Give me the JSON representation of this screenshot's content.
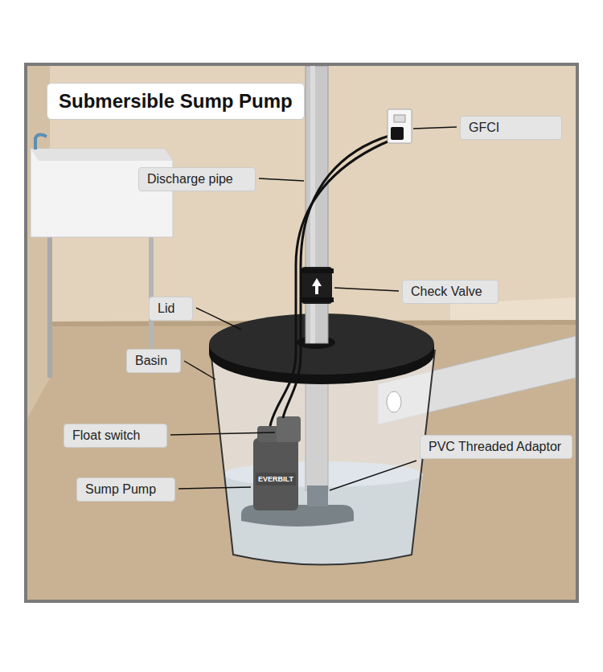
{
  "diagram": {
    "title": "Submersible Sump Pump",
    "nodes": [
      {
        "text": [
          "GFCI"
        ]
      },
      {
        "text": [
          "Discharge pipe"
        ]
      },
      {
        "text": [
          "Check Valve"
        ]
      },
      {
        "text": [
          "Lid"
        ]
      },
      {
        "text": [
          "Basin"
        ]
      },
      {
        "text": [
          "Float switch"
        ]
      },
      {
        "text": [
          "PVC Threaded Adaptor"
        ]
      },
      {
        "text": [
          "Sump Pump"
        ]
      }
    ],
    "labels": [
      "EVERBILT"
    ]
  }
}
